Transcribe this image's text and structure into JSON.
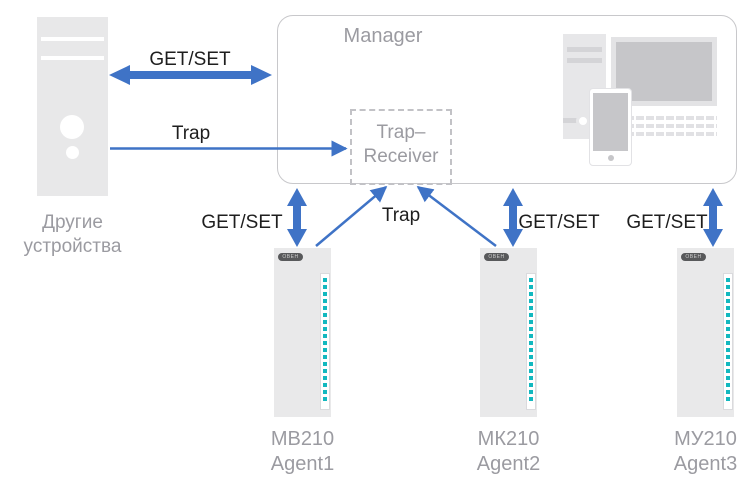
{
  "diagram": {
    "manager": {
      "title": "Manager"
    },
    "trap_receiver": {
      "line1": "Trap–",
      "line2": "Receiver"
    },
    "other_devices": {
      "line1": "Другие",
      "line2": "устройства"
    },
    "connections": {
      "getset_top": "GET/SET",
      "trap_left": "Trap",
      "getset_agent1": "GET/SET",
      "trap_agents": "Trap",
      "getset_agent2": "GET/SET",
      "getset_agent3": "GET/SET"
    },
    "devices": [
      {
        "model": "МВ210",
        "agent": "Agent1",
        "logo_icon": "owen-logo-icon"
      },
      {
        "model": "МК210",
        "agent": "Agent2",
        "logo_icon": "owen-logo-icon"
      },
      {
        "model": "МУ210",
        "agent": "Agent3",
        "logo_icon": "owen-logo-icon"
      }
    ],
    "icons": {
      "other_devices_icon": "server-tower-icon",
      "manager_icon": "workstation-icon"
    },
    "colors": {
      "arrow_blue": "#3F73C6",
      "muted_text": "#9B9BA1",
      "led_teal": "#12B8BF",
      "box_border": "#C8C8CB"
    }
  }
}
